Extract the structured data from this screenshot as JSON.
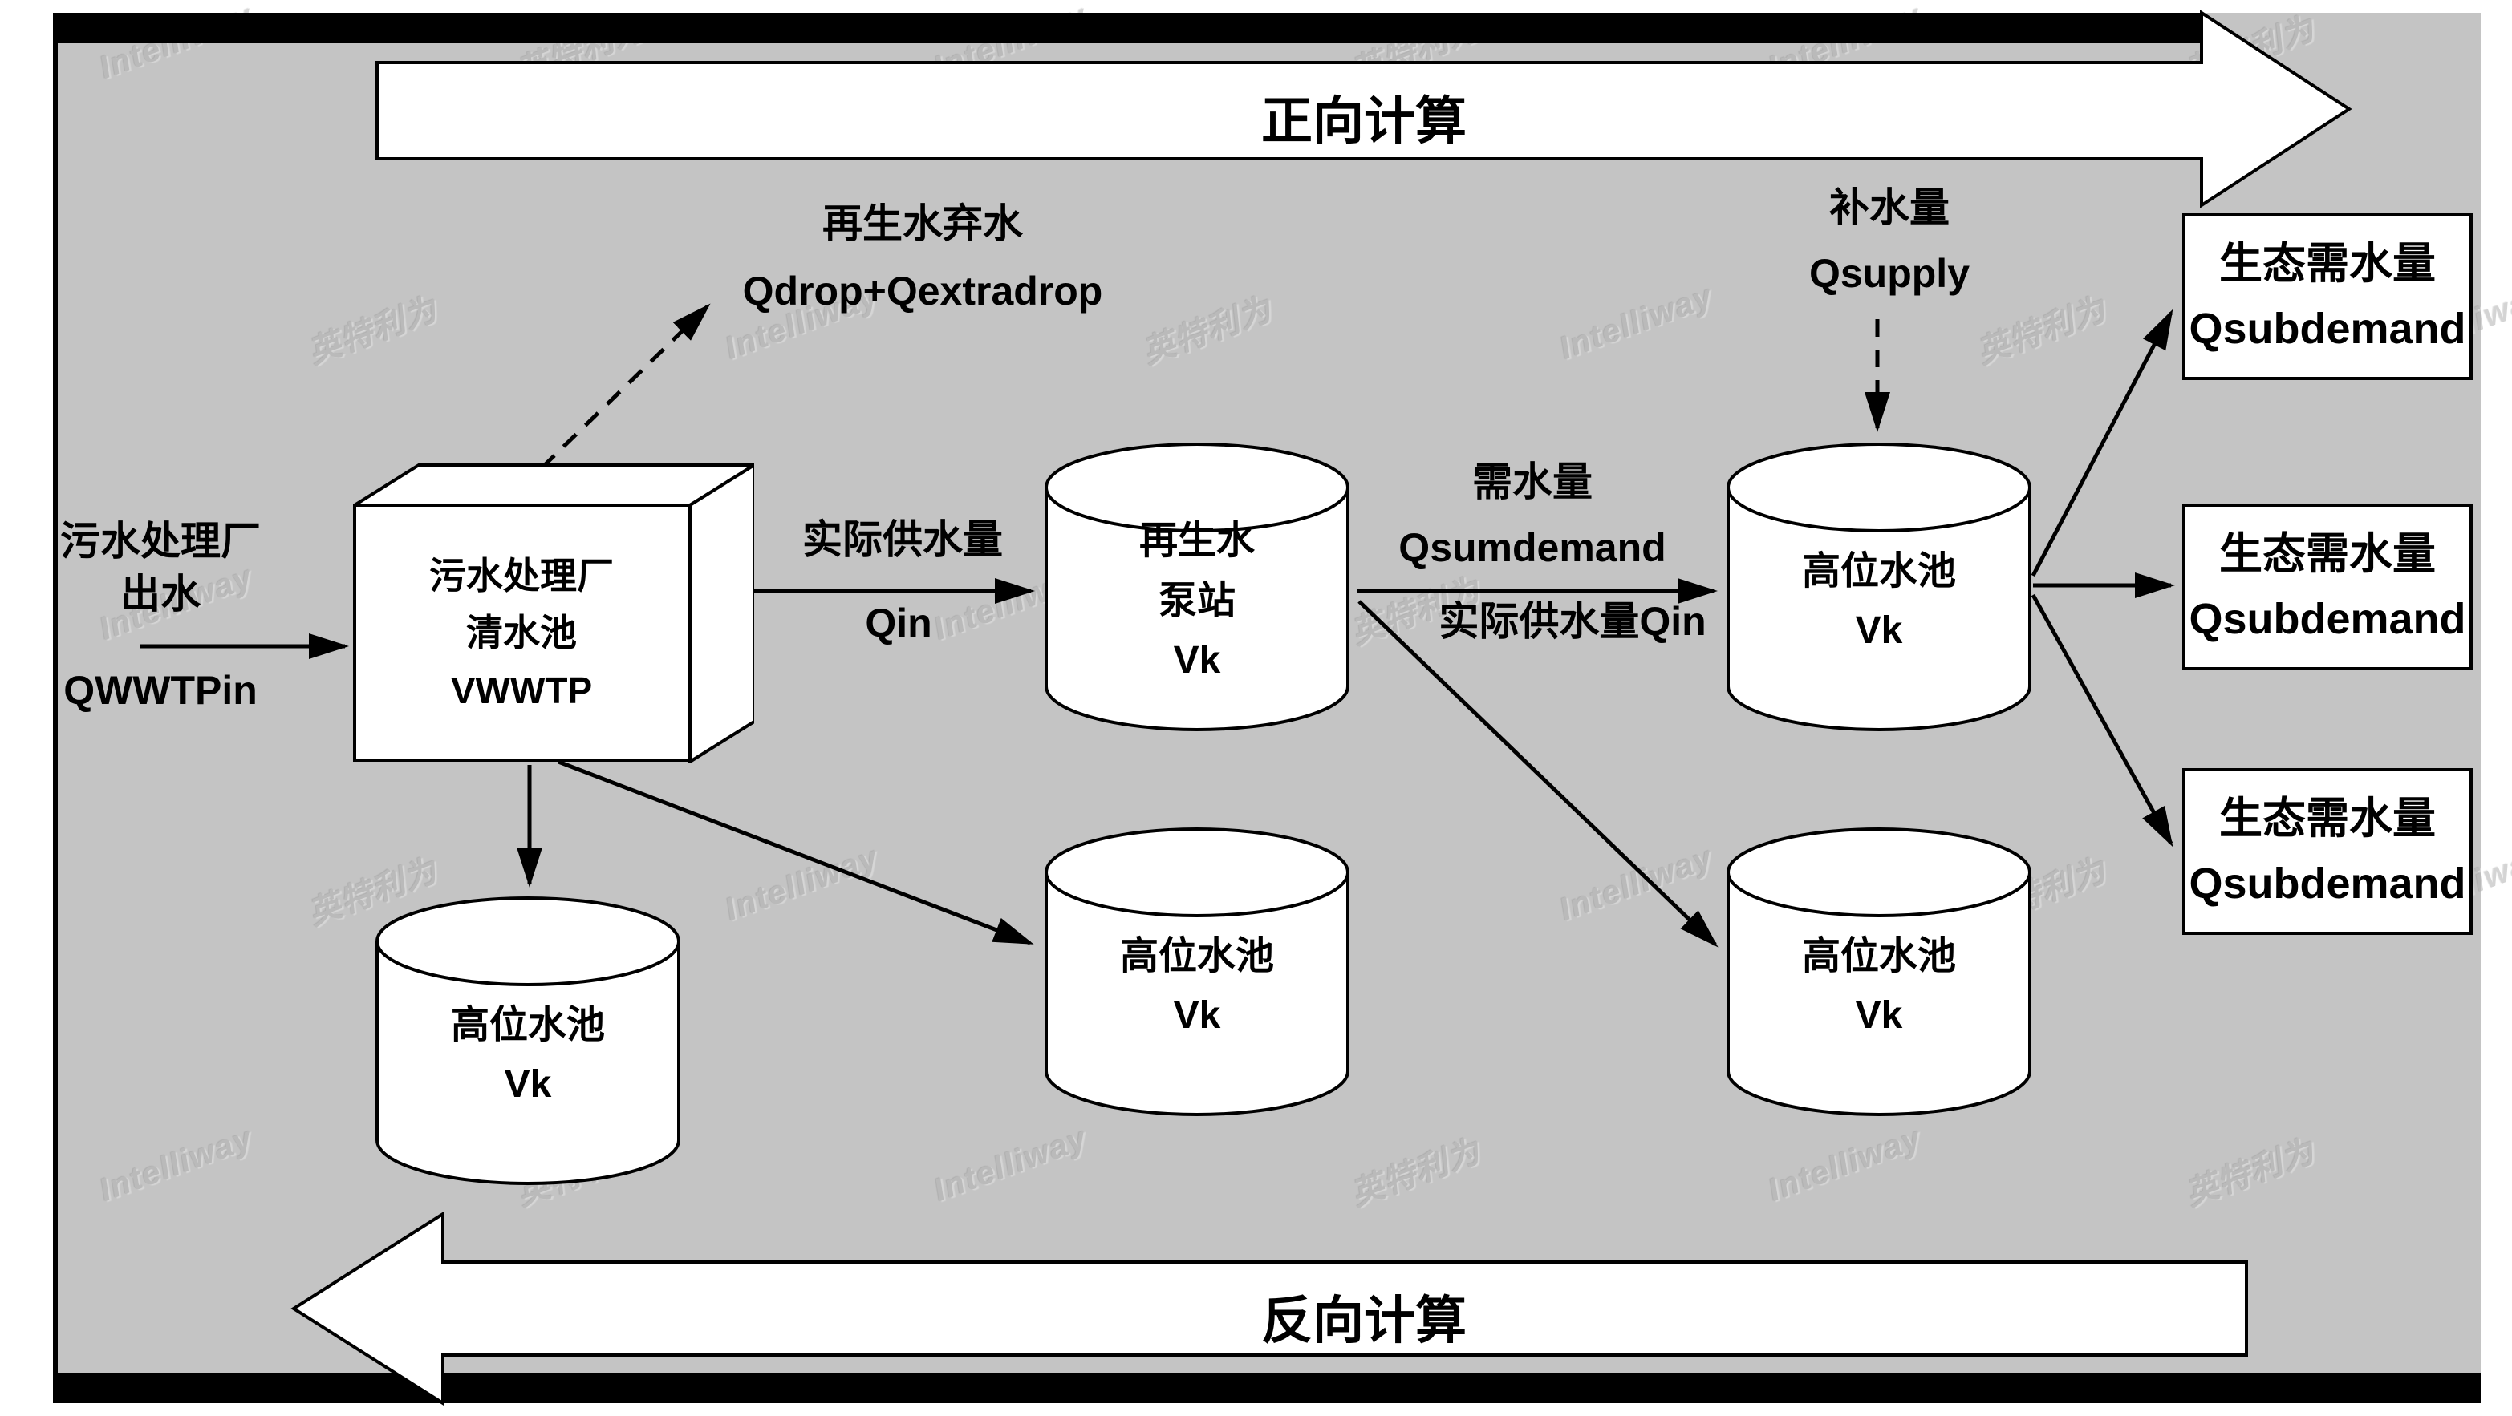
{
  "banners": {
    "forward": "正向计算",
    "backward": "反向计算"
  },
  "nodes": {
    "wwtp_box": {
      "line1": "污水处理厂",
      "line2": "清水池",
      "line3": "VWWTP"
    },
    "pump_station": {
      "line1": "再生水",
      "line2": "泵站",
      "line3": "Vk"
    },
    "high_tank_main": {
      "line1": "高位水池",
      "line2": "Vk"
    },
    "tank_bottom_left": {
      "line1": "高位水池",
      "line2": "Vk"
    },
    "tank_bottom_mid": {
      "line1": "高位水池",
      "line2": "Vk"
    },
    "tank_bottom_right": {
      "line1": "高位水池",
      "line2": "Vk"
    },
    "eco_boxes": [
      {
        "line1": "生态需水量",
        "line2": "Qsubdemand"
      },
      {
        "line1": "生态需水量",
        "line2": "Qsubdemand"
      },
      {
        "line1": "生态需水量",
        "line2": "Qsubdemand"
      }
    ]
  },
  "labels": {
    "inflow_line1": "污水处理厂",
    "inflow_line2": "出水",
    "inflow_q": "QWWTPin",
    "drop_cn": "再生水弃水",
    "drop_q": "Qdrop+Qextradrop",
    "actual_supply_cn": "实际供水量",
    "actual_supply_q": "Qin",
    "demand_cn": "需水量",
    "demand_q": "Qsumdemand",
    "actual_supply_qin": "实际供水量Qin",
    "replenish_cn": "补水量",
    "replenish_q": "Qsupply"
  },
  "watermarks": {
    "items": [
      "Intelliway",
      "英特利为"
    ]
  },
  "colors": {
    "background": "#c4c4c4",
    "shape_fill": "#ffffff",
    "stroke": "#000000",
    "watermark": "#b2b2b2"
  }
}
